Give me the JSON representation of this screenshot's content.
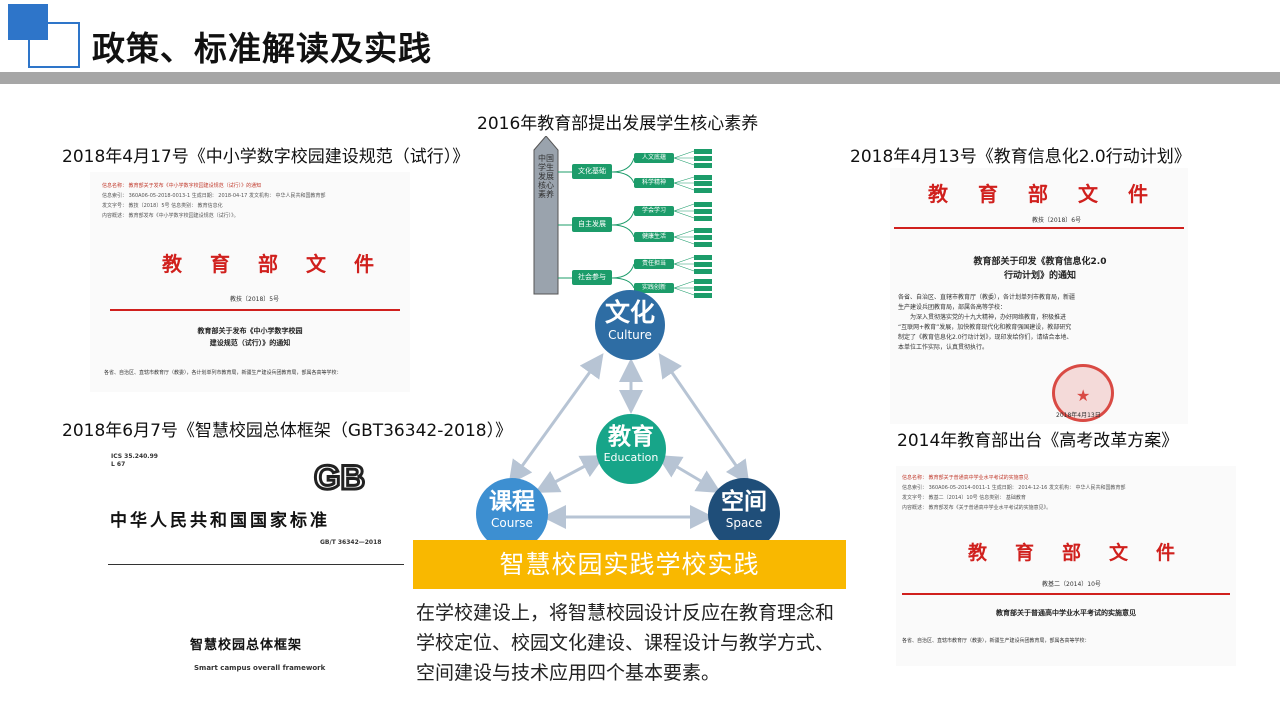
{
  "slide": {
    "title": "政策、标准解读及实践"
  },
  "captions": {
    "doc1": "2018年4月17号《中小学数字校园建设规范（试行）》",
    "doc2": "2018年6月7号《智慧校园总体框架（GBT36342-2018）》",
    "center": "2016年教育部提出发展学生核心素养",
    "doc3": "2018年4月13号《教育信息化2.0行动计划》",
    "doc4": "2014年教育部出台《高考改革方案》"
  },
  "doc1": {
    "meta": [
      "信息名称：  教育部关于发布《中小学数字校园建设规范（试行）》的通知",
      "信息索引：  360A06-05-2018-0013-1     生成日期：  2018-04-17            发文机构：  中华人民共和国教育部",
      "发文字号：  教技〔2018〕5号               信息类别：  教育信息化",
      "内容概述：  教育部发布《中小学数字校园建设规范（试行）》。"
    ],
    "header": "教育部文件",
    "doc_no": "教技〔2018〕5号",
    "notice_line1": "教育部关于发布《中小学数字校园",
    "notice_line2": "建设规范（试行）》的通知",
    "recipients": "各省、自治区、直辖市教育厅（教委），各计划单列市教育局，新疆生产建设兵团教育局，部属各高等学校："
  },
  "doc2": {
    "ics": "ICS 35.240.99",
    "l": "L 67",
    "logo": "GB",
    "standard_title": "中华人民共和国国家标准",
    "std_no": "GB/T 36342—2018",
    "name_cn": "智慧校园总体框架",
    "name_en": "Smart campus overall framework"
  },
  "doc3": {
    "header": "教育部文件",
    "doc_no": "教技〔2018〕6号",
    "notice_line1": "教育部关于印发《教育信息化2.0",
    "notice_line2": "行动计划》的通知",
    "body1": "各省、自治区、直辖市教育厅（教委），各计划单列市教育局，新疆",
    "body2": "生产建设兵团教育局，部属各高等学校：",
    "body3": "为深入贯彻落实党的十九大精神，办好网络教育，积极推进",
    "body4": "“互联网+教育”发展，加快教育现代化和教育强国建设，教部研究",
    "body5": "制定了《教育信息化2.0行动计划》，现印发给你们，请结合本地、",
    "body6": "本单位工作实际，认真贯彻执行。",
    "date": "2018年4月13日"
  },
  "doc4": {
    "meta": [
      "信息名称：  教育部关于普通高中学业水平考试的实施意见",
      "信息索引：  360A06-05-2014-0011-1     生成日期：  2014-12-16            发文机构：  中华人民共和国教育部",
      "发文字号：  教基二〔2014〕10号          信息类别：  基础教育",
      "内容概述：  教育部发布《关于普通高中学业水平考试的实施意见》。"
    ],
    "header": "教育部文件",
    "doc_no": "教基二（2014）10号",
    "notice": "教育部关于普通高中学业水平考试的实施意见",
    "recipients": "各省、自治区、直辖市教育厅（教委），新疆生产建设兵团教育局，部属各高等学校："
  },
  "mindmap": {
    "pencil_text": "中国学生发展核心素养",
    "branches": [
      {
        "label": "文化基础",
        "subs": [
          "人文底蕴",
          "科学精神"
        ]
      },
      {
        "label": "自主发展",
        "subs": [
          "学会学习",
          "健康生活"
        ]
      },
      {
        "label": "社会参与",
        "subs": [
          "责任担当",
          "实践创新"
        ]
      }
    ]
  },
  "diagram": {
    "culture": {
      "cn": "文化",
      "en": "Culture",
      "color": "#2e6da4"
    },
    "education": {
      "cn": "教育",
      "en": "Education",
      "color": "#17a589"
    },
    "course": {
      "cn": "课程",
      "en": "Course",
      "color": "#3d8fd1"
    },
    "space": {
      "cn": "空间",
      "en": "Space",
      "color": "#1f4e79"
    },
    "banner": "智慧校园实践学校实践",
    "banner_color": "#f9b800",
    "description": "在学校建设上，将智慧校园设计反应在教育理念和学校定位、校园文化建设、课程设计与教学方式、空间建设与技术应用四个基本要素。"
  }
}
